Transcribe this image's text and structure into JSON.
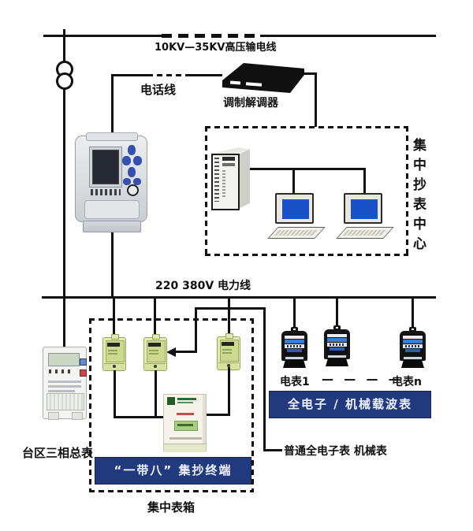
{
  "labels": {
    "hv_line": "10KV—35KV高压输电线",
    "phone_line": "电话线",
    "modem": "调制解调器",
    "reading_center": "集中抄表中心",
    "power_line": "220  380V 电力线",
    "district_master_meter": "台区三相总表",
    "terminal_banner": "“一带八” 集抄终端",
    "meter_box": "集中表箱",
    "meter_1": "电表1",
    "meter_dashes": "— — — —",
    "meter_n": "电表n",
    "carrier_banner": "全电子 / 机械载波表",
    "ordinary_meter_note": "普通全电子表  机械表"
  },
  "colors": {
    "line": "#111111",
    "banner_bg": "#21397d",
    "banner_text": "#eef2ff",
    "screen_blue": "#1a50c8",
    "yellow_meter_body": "#e4ecae",
    "black_meter_body": "#161616"
  }
}
